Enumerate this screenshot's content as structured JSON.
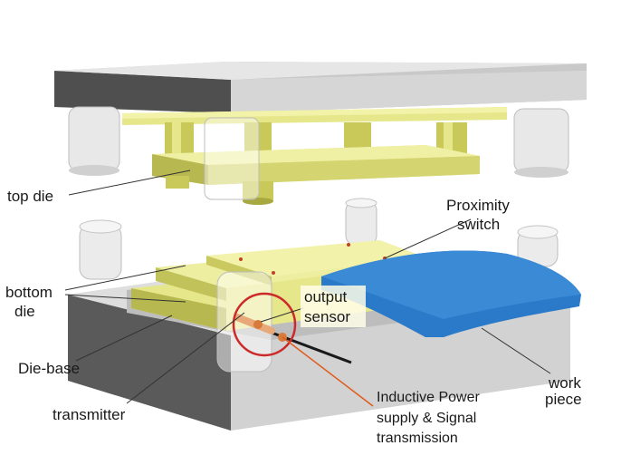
{
  "labels": {
    "top_die": "top die",
    "bottom_die_line1": "bottom",
    "bottom_die_line2": "die",
    "die_base": "Die-base",
    "transmitter": "transmitter",
    "proximity_line1": "Proximity",
    "proximity_line2": "switch",
    "output_line1": "output",
    "output_line2": "sensor",
    "work_line1": "work",
    "work_line2": "piece",
    "inductive_line1": "Inductive Power",
    "inductive_line2": "supply & Signal",
    "inductive_line3": "transmission"
  },
  "colors": {
    "plate_top": "#d8d8d8",
    "plate_side": "#5a5a5a",
    "die_yellow": "#e6e68a",
    "die_yellow_dark": "#b8b850",
    "workpiece": "#2a7ac9",
    "highlight_circle": "#cc2a2a",
    "callout_line": "#e05a1a"
  }
}
